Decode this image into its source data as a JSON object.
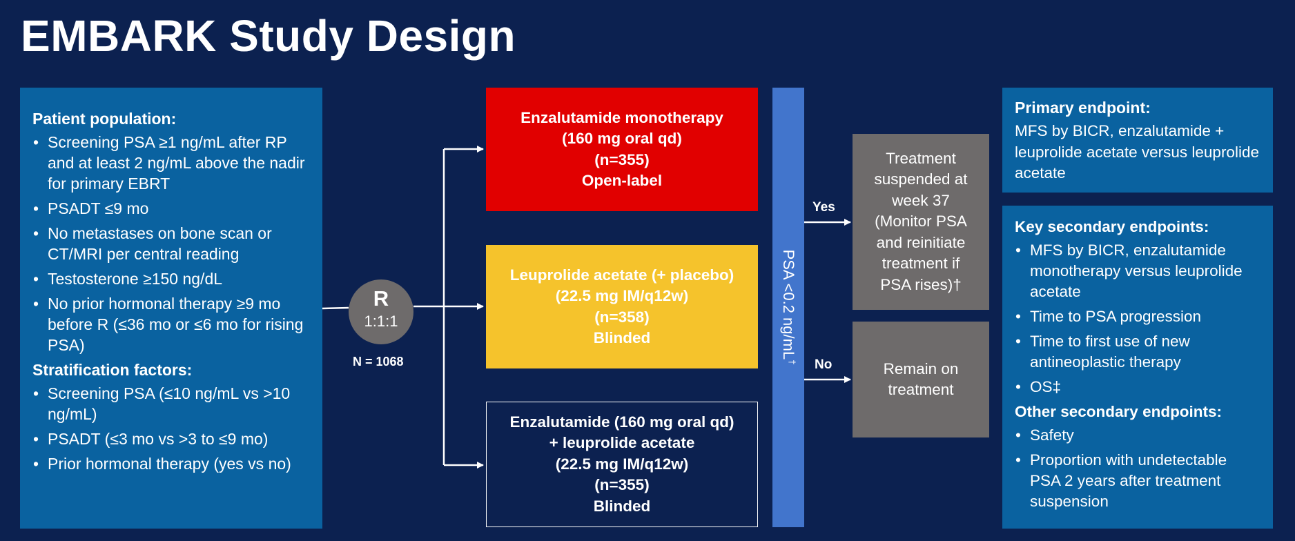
{
  "title": "EMBARK Study Design",
  "population": {
    "heading": "Patient population:",
    "items": [
      "Screening PSA ≥1 ng/mL after RP and at least 2 ng/mL above the nadir for primary EBRT",
      "PSADT ≤9 mo",
      "No metastases on bone scan or CT/MRI per central reading",
      "Testosterone ≥150 ng/dL",
      "No prior hormonal therapy ≥9 mo before R (≤36 mo or ≤6 mo for rising PSA)"
    ],
    "strat_heading": "Stratification factors:",
    "strat_items": [
      "Screening PSA (≤10 ng/mL vs >10 ng/mL)",
      "PSADT (≤3 mo vs >3 to ≤9 mo)",
      "Prior hormonal therapy (yes vs no)"
    ]
  },
  "randomization": {
    "letter": "R",
    "ratio": "1:1:1",
    "n_label": "N = 1068"
  },
  "arms": [
    {
      "lines": [
        "Enzalutamide monotherapy",
        "(160 mg oral qd)",
        "(n=355)",
        "Open-label"
      ],
      "color": "#e10000"
    },
    {
      "lines": [
        "Leuprolide acetate (+ placebo)",
        "(22.5 mg IM/q12w)",
        "(n=358)",
        "Blinded"
      ],
      "color": "#f5c32c"
    },
    {
      "lines": [
        "Enzalutamide (160 mg oral qd)",
        "+ leuprolide acetate",
        "(22.5 mg IM/q12w)",
        "(n=355)",
        "Blinded"
      ],
      "color": "#0c2150"
    }
  ],
  "psa_bar": {
    "label": "PSA <0.2 ng/mL",
    "mark": "†",
    "color": "#4275cc"
  },
  "decision": {
    "yes": "Yes",
    "no": "No"
  },
  "yes_box": {
    "lines": [
      "Treatment",
      "suspended at",
      "week 37",
      "(Monitor PSA",
      "and reinitiate",
      "treatment if",
      "PSA rises)†"
    ]
  },
  "no_box": {
    "lines": [
      "Remain on",
      "treatment"
    ]
  },
  "primary": {
    "heading": "Primary endpoint:",
    "text": "MFS by BICR, enzalutamide + leuprolide acetate versus leuprolide acetate"
  },
  "key_secondary": {
    "heading": "Key secondary endpoints:",
    "items": [
      "MFS by BICR, enzalutamide monotherapy versus leuprolide acetate",
      "Time to PSA progression",
      "Time to first use of new antineoplastic therapy",
      "OS‡"
    ]
  },
  "other_secondary": {
    "heading": "Other secondary endpoints:",
    "items": [
      "Safety",
      "Proportion with undetectable PSA 2 years after treatment suspension"
    ]
  },
  "colors": {
    "background": "#0c2150",
    "panel_blue": "#0a62a0",
    "grey": "#6e6b6b"
  }
}
